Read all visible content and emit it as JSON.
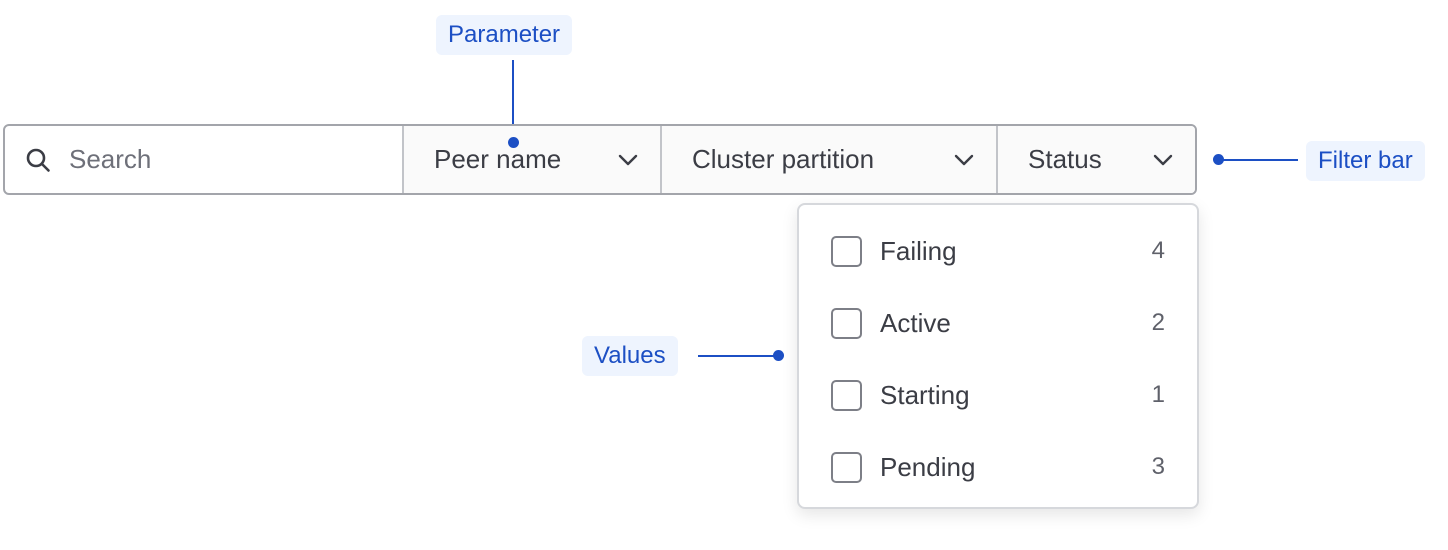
{
  "callouts": {
    "parameter": "Parameter",
    "filter_bar": "Filter bar",
    "values": "Values"
  },
  "filter_bar": {
    "search_placeholder": "Search",
    "filters": [
      {
        "label": "Peer name",
        "icon": "chevron-down-icon"
      },
      {
        "label": "Cluster partition",
        "icon": "chevron-down-icon"
      },
      {
        "label": "Status",
        "icon": "chevron-down-icon"
      }
    ]
  },
  "status_dropdown": {
    "options": [
      {
        "label": "Failing",
        "count": "4",
        "checked": false
      },
      {
        "label": "Active",
        "count": "2",
        "checked": false
      },
      {
        "label": "Starting",
        "count": "1",
        "checked": false
      },
      {
        "label": "Pending",
        "count": "3",
        "checked": false
      }
    ]
  },
  "colors": {
    "annotation": "#1c4fc4",
    "annotation_bg": "#eef4fe",
    "border": "#a3a5ab",
    "text": "#3b3d45"
  }
}
